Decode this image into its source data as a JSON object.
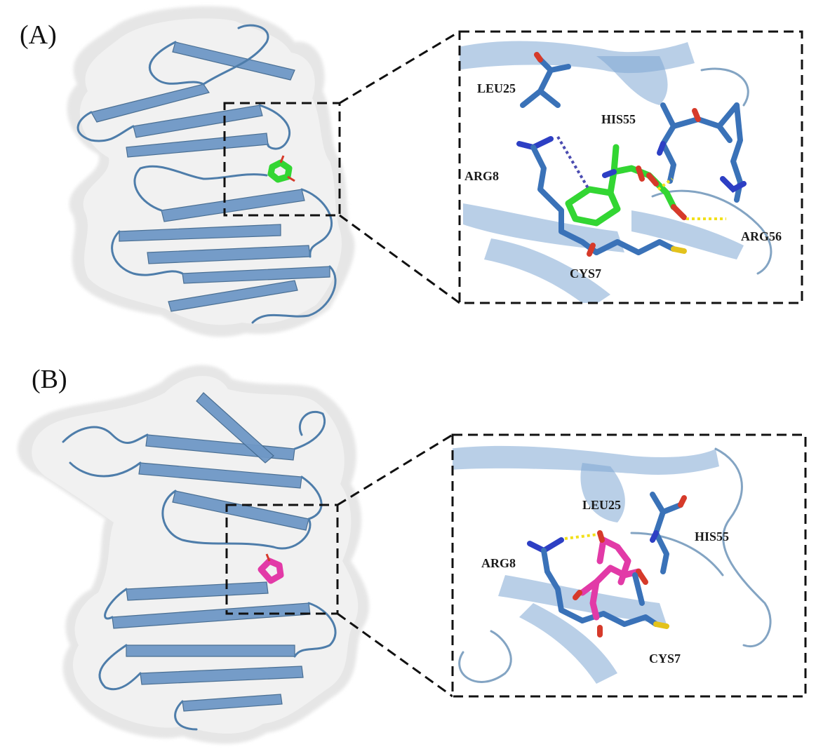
{
  "panels": [
    {
      "label": "(A)",
      "residues": [
        "LEU25",
        "HIS55",
        "ARG8",
        "ARG56",
        "CYS7"
      ]
    },
    {
      "label": "(B)",
      "residues": [
        "LEU25",
        "HIS55",
        "ARG8",
        "CYS7"
      ]
    }
  ],
  "colors": {
    "protein": "#6f98c6",
    "surface": "#e9e9e9",
    "ligand_a": "#33d633",
    "ligand_b": "#e23aa7",
    "hbond": "#f2e01a"
  }
}
